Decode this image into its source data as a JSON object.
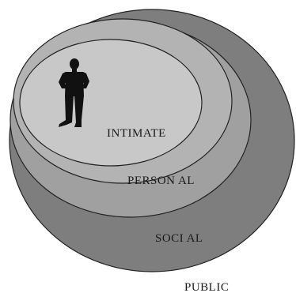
{
  "labels": {
    "intimate": "INTIMATE",
    "personal": "PERSON AL",
    "social": "SOCI AL",
    "public": "PUBLIC"
  },
  "colors": {
    "public_zone": "#7e7e7e",
    "social_zone": "#a0a0a0",
    "personal_zone": "#b3b3b3",
    "intimate_zone": "#c8c8c8",
    "outline": "#222222",
    "figure": "#111111",
    "background": "#ffffff"
  },
  "icons": {
    "figure": "standing-person-silhouette"
  }
}
